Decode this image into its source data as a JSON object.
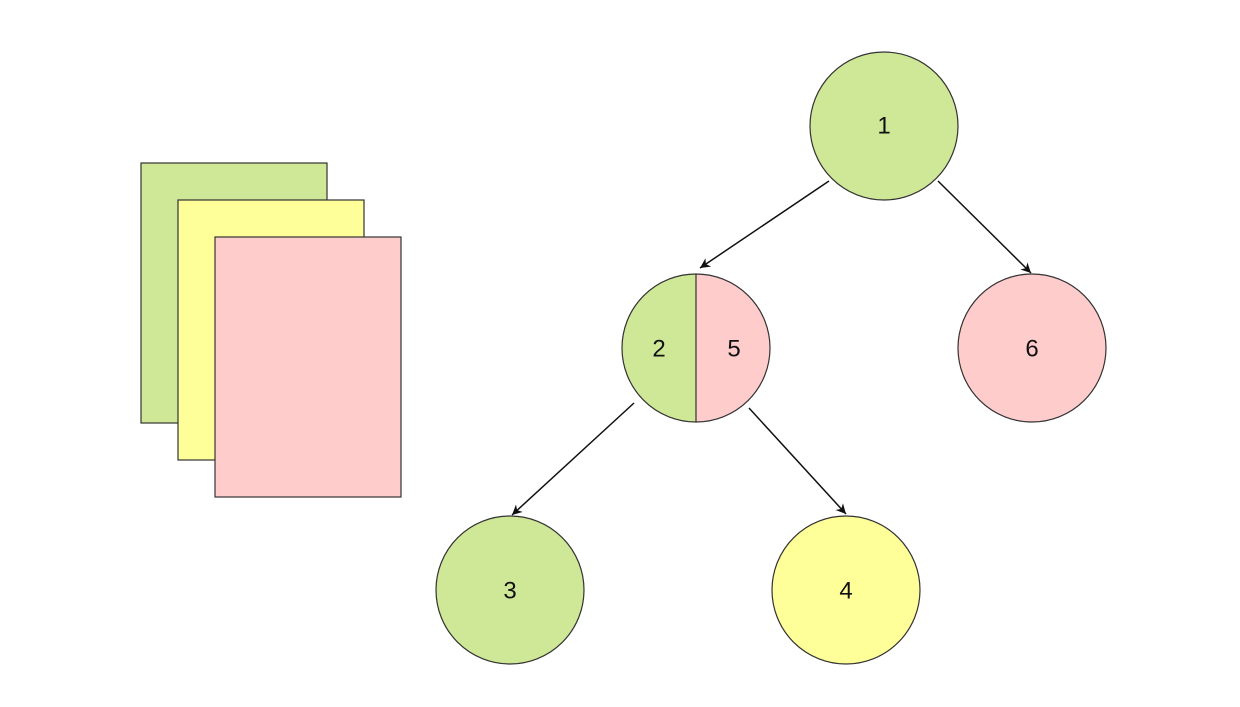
{
  "colors": {
    "green": "#cfe897",
    "yellow": "#ffff99",
    "pink": "#ffcccc",
    "stroke": "#333333",
    "arrow": "#111111"
  },
  "stack": {
    "cards": [
      {
        "color": "green"
      },
      {
        "color": "yellow"
      },
      {
        "color": "pink"
      }
    ]
  },
  "tree": {
    "nodes": {
      "n1": {
        "label": "1",
        "color": "green"
      },
      "n25": {
        "left_label": "2",
        "left_color": "green",
        "right_label": "5",
        "right_color": "pink"
      },
      "n6": {
        "label": "6",
        "color": "pink"
      },
      "n3": {
        "label": "3",
        "color": "green"
      },
      "n4": {
        "label": "4",
        "color": "yellow"
      }
    },
    "edges": [
      {
        "from": "1",
        "to": "2"
      },
      {
        "from": "1",
        "to": "6"
      },
      {
        "from": "2",
        "to": "3"
      },
      {
        "from": "5",
        "to": "4"
      }
    ]
  }
}
